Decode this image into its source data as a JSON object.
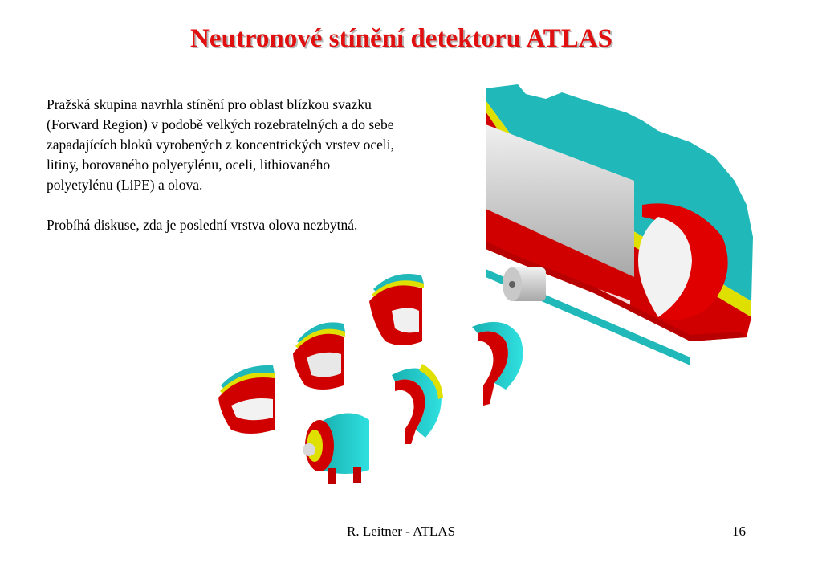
{
  "slide": {
    "title": "Neutronové stínění detektoru ATLAS",
    "paragraphs": [
      "Pražská skupina navrhla stínění pro oblast blízkou svazku (Forward Region) v podobě velkých rozebratelných a do sebe zapadajících bloků vyrobených z koncentrických vrstev oceli, litiny, borovaného polyetylénu, oceli, lithiovaného polyetylénu (LiPE) a olova.",
      "Probíhá diskuse, zda je poslední vrstva olova nezbytná."
    ],
    "footer_author": "R. Leitner - ATLAS",
    "page_number": "16"
  },
  "colors": {
    "title": "#e01010",
    "cyan_layer": "#1ec8c8",
    "yellow_layer": "#e6e600",
    "red_layer": "#d40000",
    "steel_layer": "#d4d4d4"
  },
  "illustration": {
    "icon": "shield-blocks-illustration"
  }
}
